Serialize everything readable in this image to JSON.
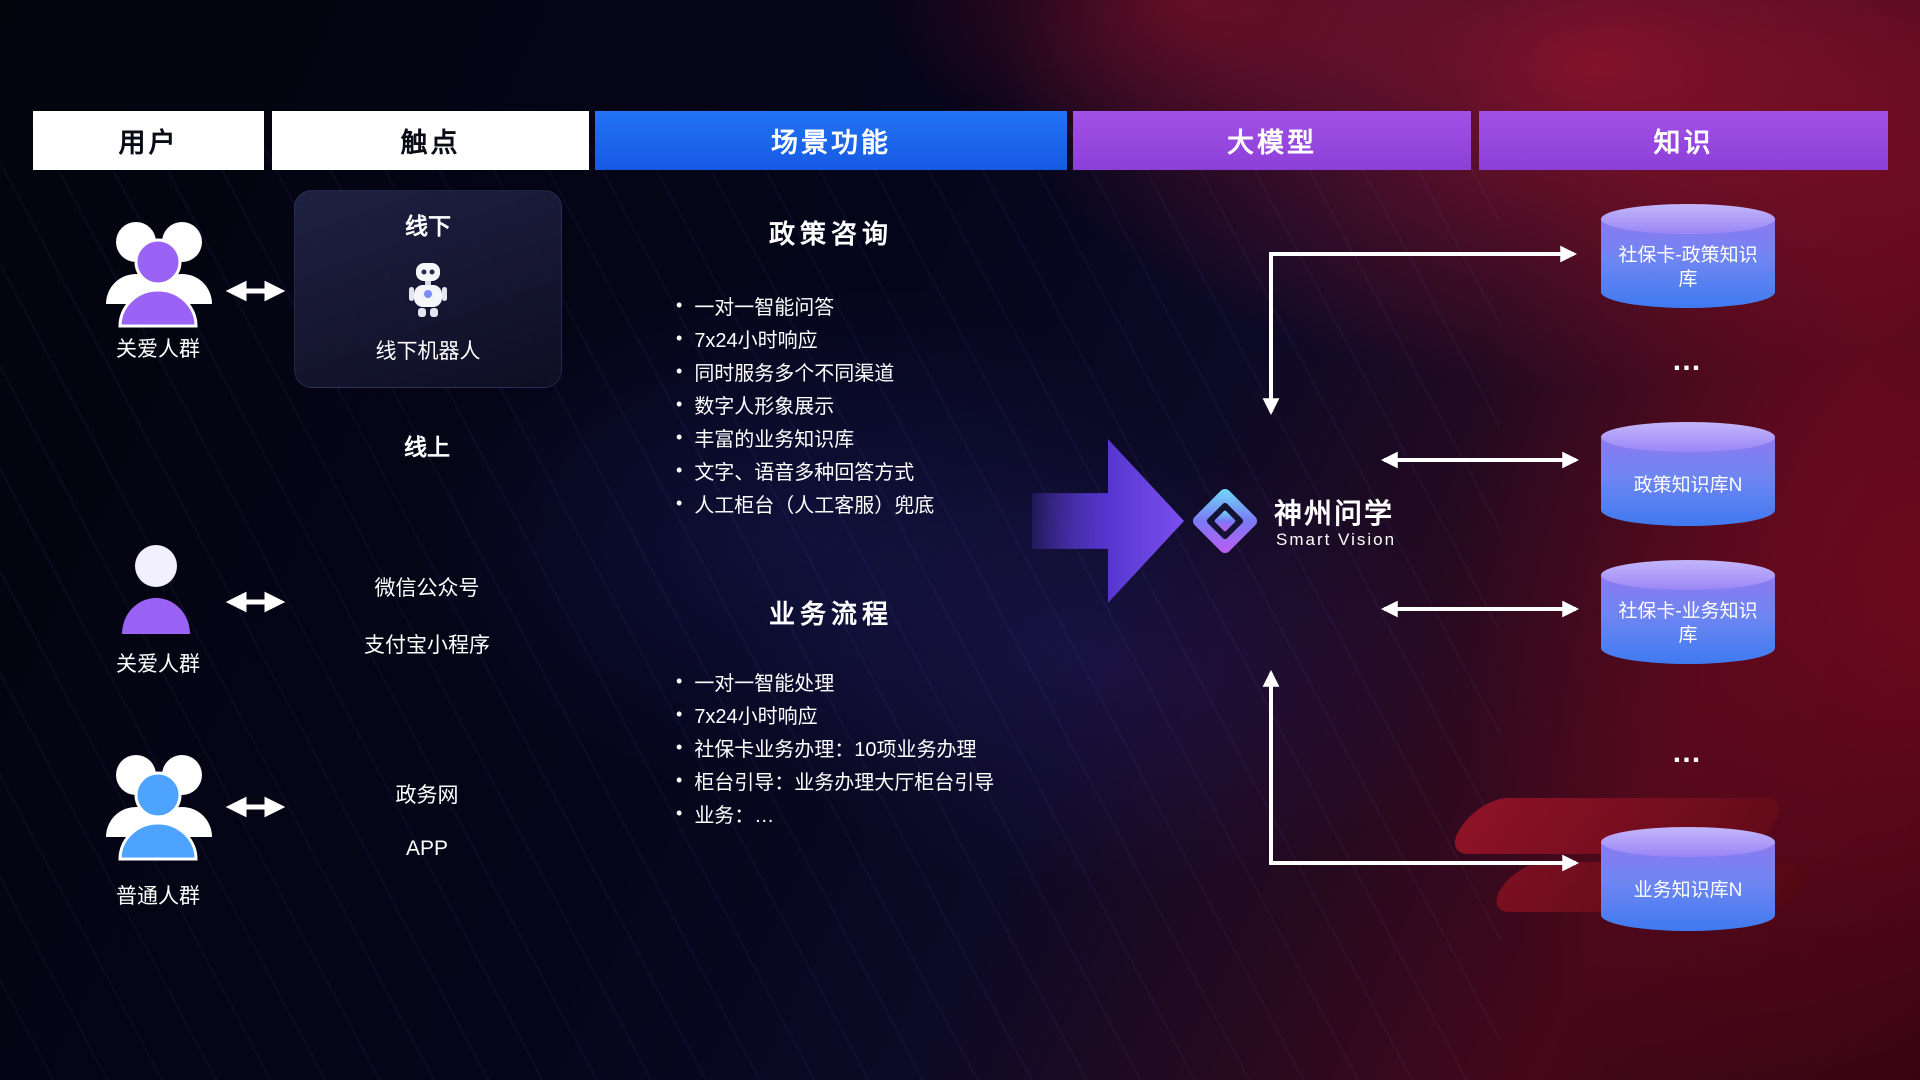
{
  "headers": [
    {
      "label": "用户"
    },
    {
      "label": "触点"
    },
    {
      "label": "场景功能"
    },
    {
      "label": "大模型"
    },
    {
      "label": "知识"
    }
  ],
  "users": [
    {
      "label": "关爱人群",
      "icon": "group-people-icon",
      "color": "#9a63f5"
    },
    {
      "label": "关爱人群",
      "icon": "person-icon",
      "color": "#9a63f5"
    },
    {
      "label": "普通人群",
      "icon": "group-people-icon",
      "color": "#4da3ff"
    }
  ],
  "touchpoints": {
    "offline_title": "线下",
    "offline_robot_label": "线下机器人",
    "online_title": "线上",
    "items": [
      "微信公众号",
      "支付宝小程序",
      "政务网",
      "APP"
    ]
  },
  "scenes": [
    {
      "title": "政策咨询",
      "items": [
        "一对一智能问答",
        "7x24小时响应",
        "同时服务多个不同渠道",
        "数字人形象展示",
        "丰富的业务知识库",
        "文字、语音多种回答方式",
        "人工柜台（人工客服）兜底"
      ]
    },
    {
      "title": "业务流程",
      "items": [
        "一对一智能处理",
        "7x24小时响应",
        "社保卡业务办理：10项业务办理",
        "柜台引导：业务办理大厅柜台引导",
        "业务：…"
      ]
    }
  ],
  "model": {
    "name": "神州问学",
    "subtitle": "Smart Vision"
  },
  "knowledge": {
    "ellipsis": "…",
    "cylinders": [
      {
        "label": "社保卡-政策知识库"
      },
      {
        "label": "政策知识库N"
      },
      {
        "label": "社保卡-业务知识库"
      },
      {
        "label": "业务知识库N"
      }
    ]
  },
  "colors": {
    "header_blue": "#1a6df2",
    "header_purple": "#9b4be0",
    "accent_purple": "#8b5cf6",
    "accent_blue": "#4da3ff",
    "cylinder_top": "#b7a6f8",
    "cylinder_body": "#3f7af0",
    "arrow": "#ffffff",
    "background_red": "#8d1226"
  }
}
